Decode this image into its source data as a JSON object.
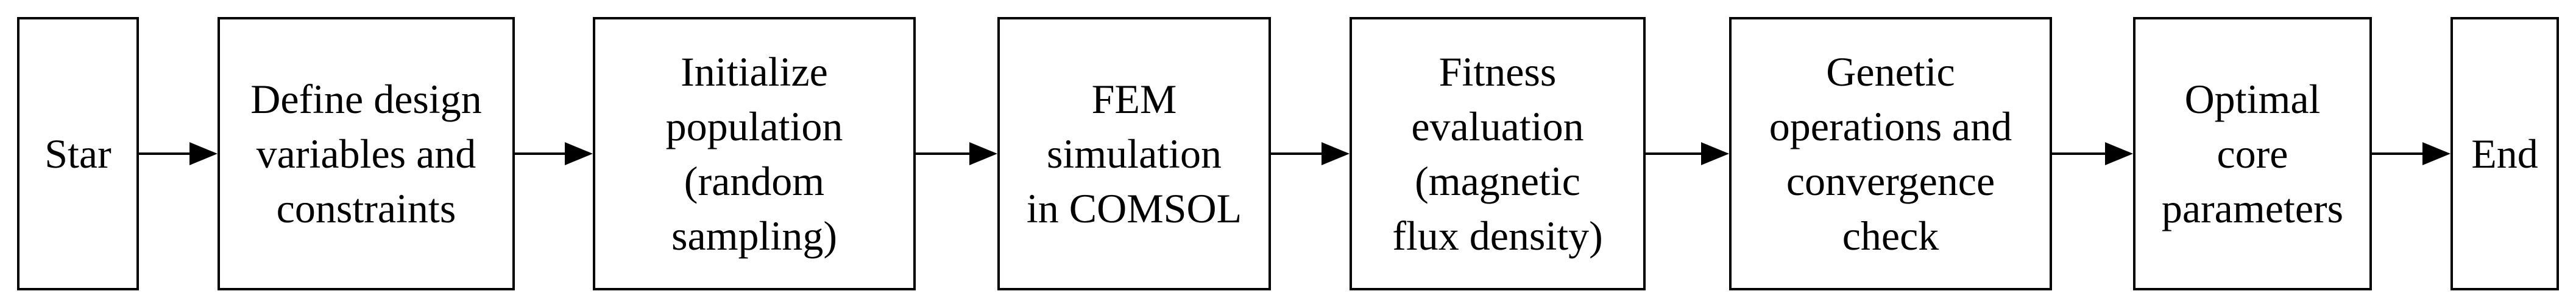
{
  "flowchart": {
    "steps": [
      {
        "id": "start",
        "text": "Star"
      },
      {
        "id": "define",
        "text": "Define design\nvariables and\nconstraints"
      },
      {
        "id": "initialize",
        "text": "Initialize\npopulation\n(random\nsampling)"
      },
      {
        "id": "fem",
        "text": "FEM\nsimulation\nin COMSOL"
      },
      {
        "id": "fitness",
        "text": "Fitness\nevaluation\n(magnetic\nflux density)"
      },
      {
        "id": "genetic",
        "text": "Genetic\noperations and\nconvergence\ncheck"
      },
      {
        "id": "optimal",
        "text": "Optimal\ncore\nparameters"
      },
      {
        "id": "end",
        "text": "End"
      }
    ],
    "colors": {
      "stroke": "#000000",
      "background": "#ffffff"
    }
  }
}
